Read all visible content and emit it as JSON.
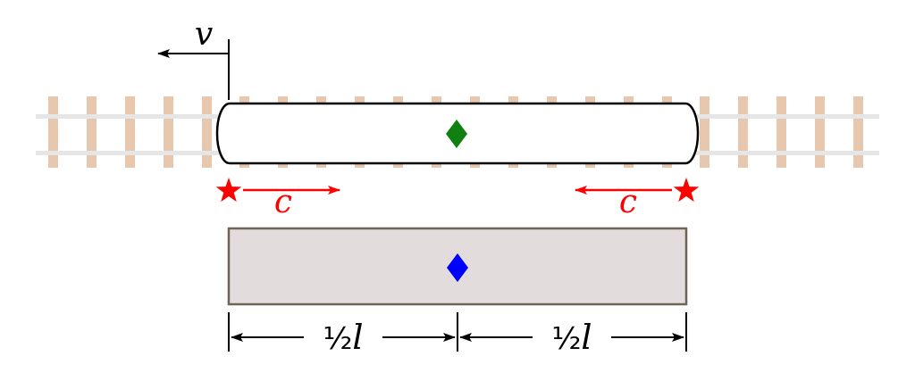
{
  "labels": {
    "velocity": "v",
    "light_speed_left": "c",
    "light_speed_right": "c",
    "half_length_left_frac": "½",
    "half_length_left_var": "l",
    "half_length_right_frac": "½",
    "half_length_right_var": "l"
  },
  "colors": {
    "tie": "#e7c7ad",
    "rail": "#e6e6e6",
    "train_fill": "#ffffff",
    "train_stroke": "#000000",
    "platform_fill": "#e3dcdc",
    "platform_stroke": "#6e6358",
    "light": "#ff0000",
    "train_midpoint_marker": "#108010",
    "platform_midpoint_marker": "#0000ff",
    "ink": "#000000"
  },
  "icons": {
    "flash_left": "star-icon",
    "flash_right": "star-icon",
    "train_center": "diamond-icon",
    "platform_center": "diamond-icon"
  }
}
